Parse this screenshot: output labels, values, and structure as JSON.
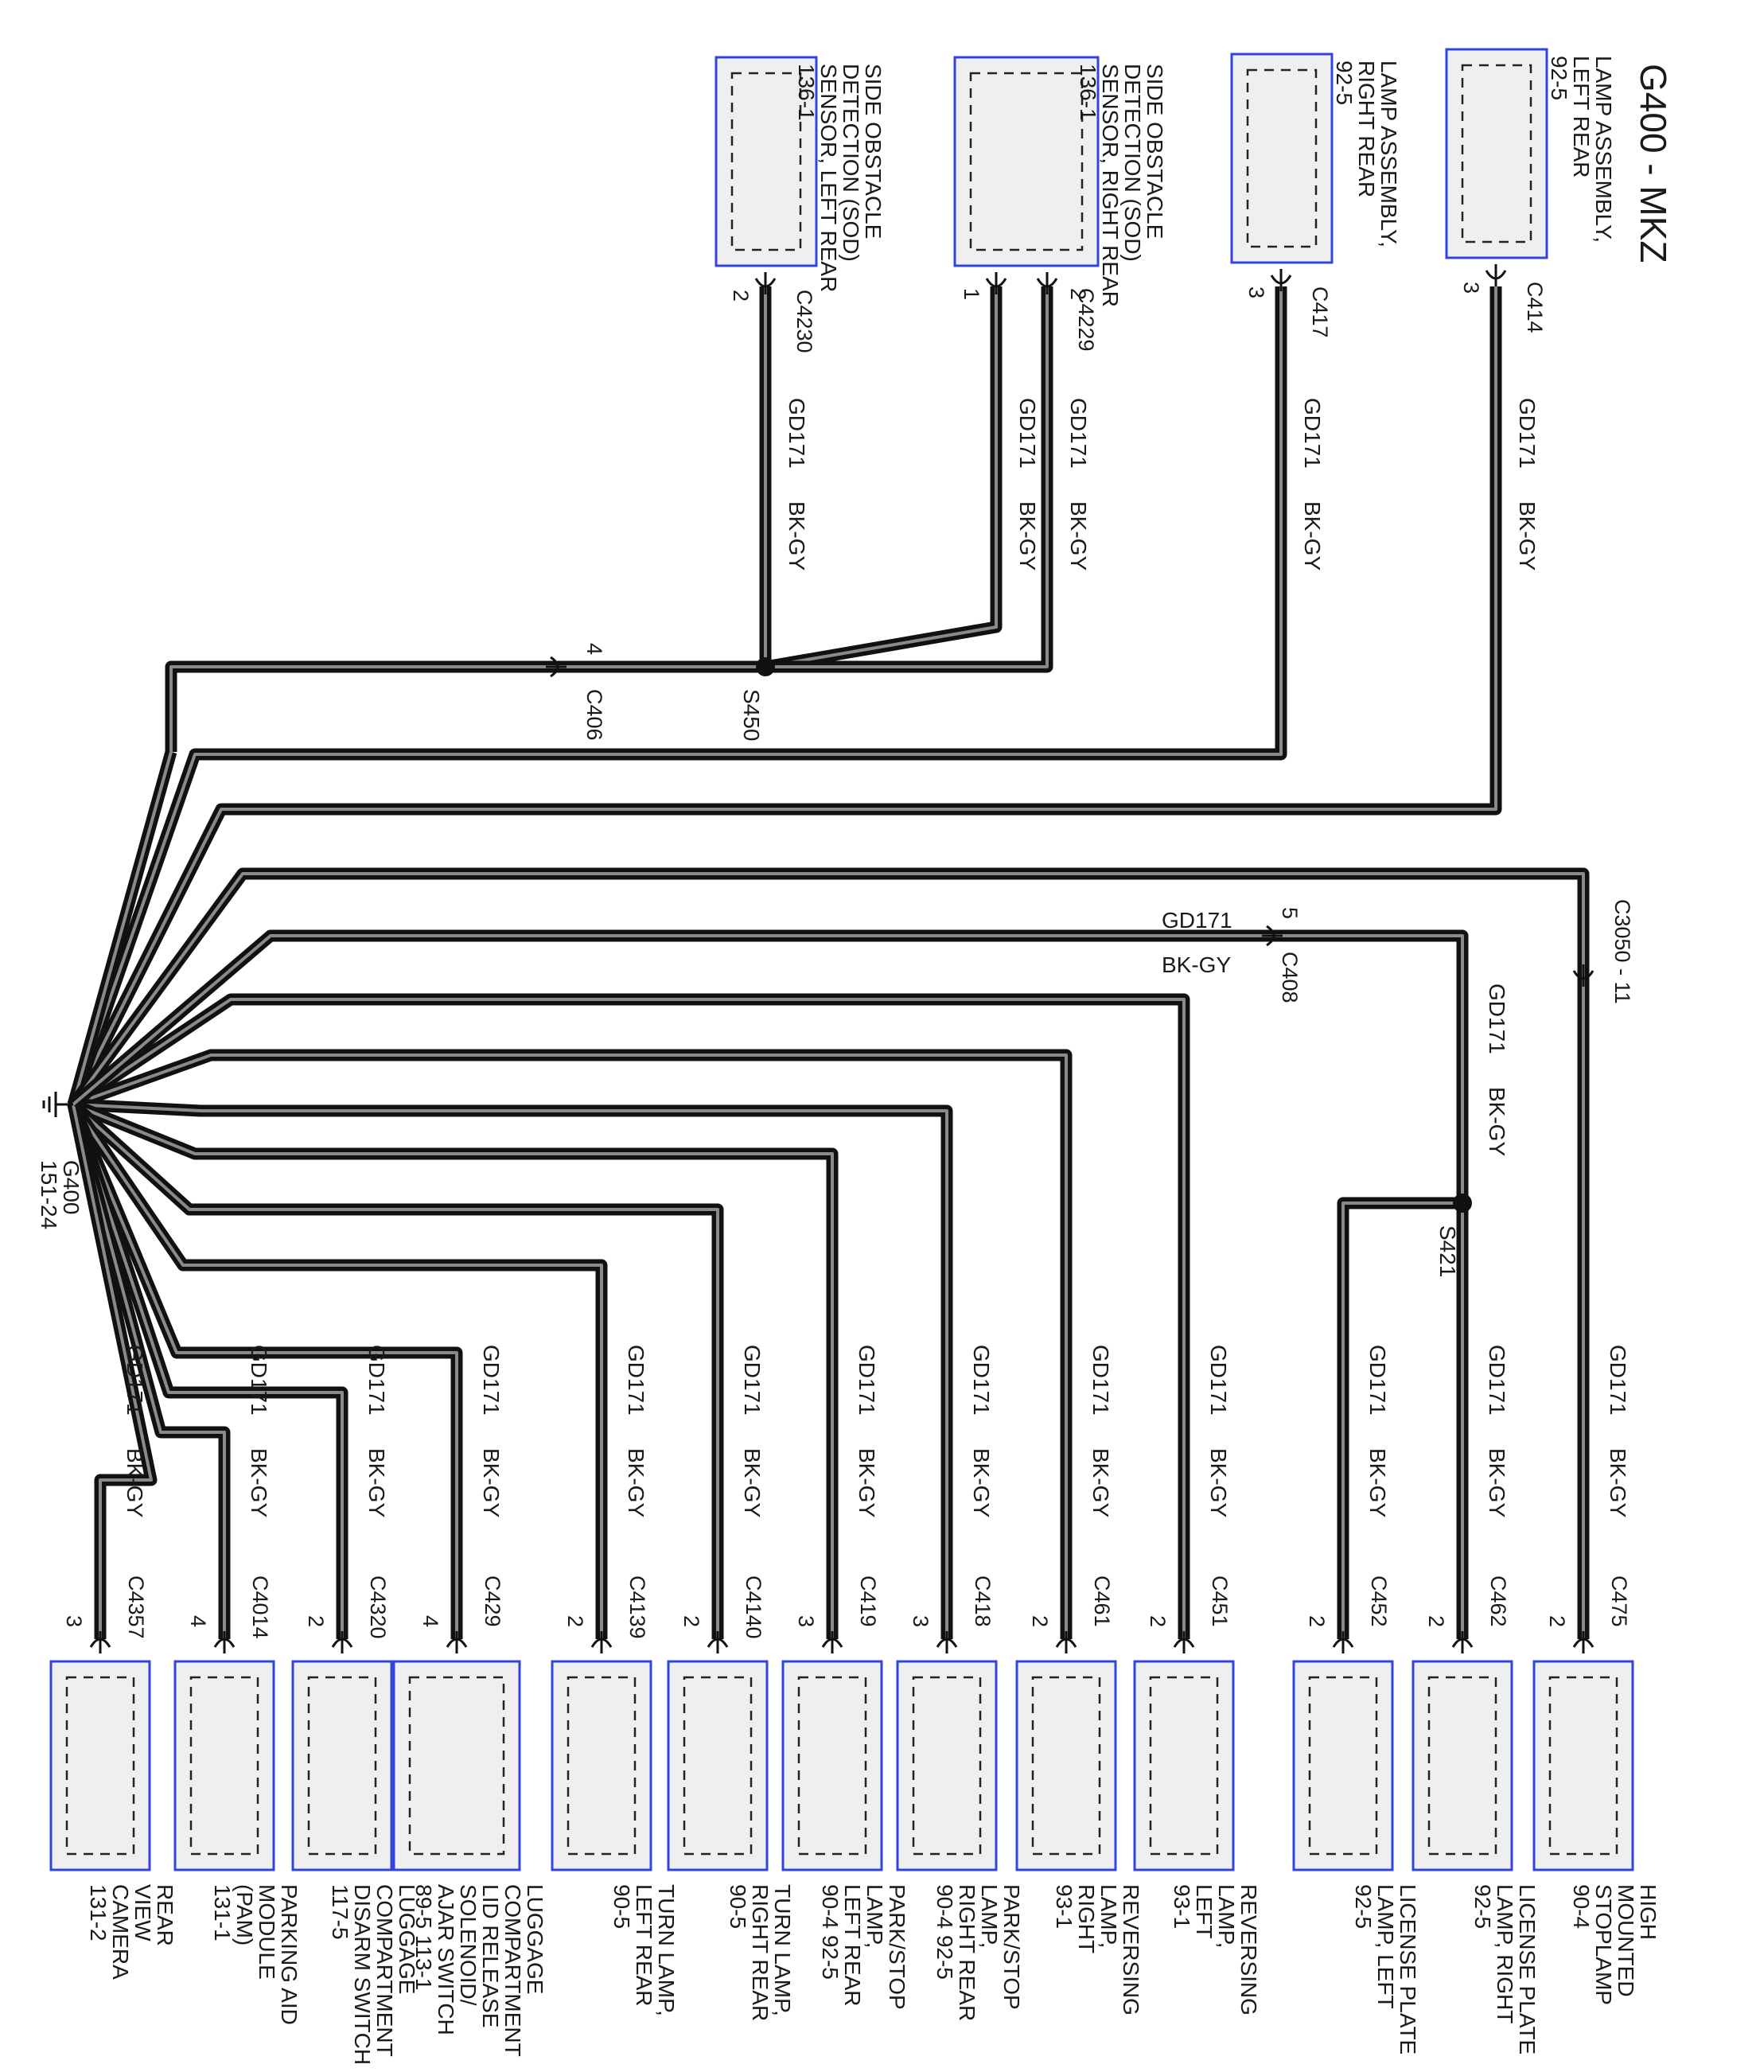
{
  "title": "G400 - MKZ",
  "ground": {
    "id": "G400",
    "ref": "151-24"
  },
  "wire": {
    "circuit": "GD171",
    "color": "BK-GY"
  },
  "top_components": [
    {
      "key": "lamp_left_rear",
      "name_lines": [
        "LAMP ASSEMBLY,",
        "LEFT REAR",
        "92-5"
      ],
      "connector": "C414",
      "pin": "3"
    },
    {
      "key": "lamp_right_rear",
      "name_lines": [
        "LAMP ASSEMBLY,",
        "RIGHT REAR",
        "92-5"
      ],
      "connector": "C417",
      "pin": "3"
    },
    {
      "key": "sod_right_rear",
      "name_lines": [
        "SIDE OBSTACLE",
        "DETECTION (SOD)",
        "SENSOR, RIGHT REAR",
        "136-1"
      ],
      "connector": "C4229",
      "pins": [
        "1",
        "2"
      ]
    },
    {
      "key": "sod_left_rear",
      "name_lines": [
        "SIDE OBSTACLE",
        "DETECTION (SOD)",
        "SENSOR, LEFT REAR",
        "136-1"
      ],
      "connector": "C4230",
      "pin": "2"
    }
  ],
  "bottom_components": [
    {
      "key": "hmsl",
      "name_lines": [
        "HIGH",
        "MOUNTED",
        "STOPLAMP",
        "90-4"
      ],
      "connector": "C475",
      "pin": "2"
    },
    {
      "key": "lic_r",
      "name_lines": [
        "LICENSE PLATE",
        "LAMP, RIGHT",
        "92-5"
      ],
      "connector": "C462",
      "pin": "2"
    },
    {
      "key": "lic_l",
      "name_lines": [
        "LICENSE PLATE",
        "LAMP, LEFT",
        "92-5"
      ],
      "connector": "C452",
      "pin": "2"
    },
    {
      "key": "rev_l",
      "name_lines": [
        "REVERSING",
        "LAMP,",
        "LEFT",
        "93-1"
      ],
      "connector": "C451",
      "pin": "2"
    },
    {
      "key": "rev_r",
      "name_lines": [
        "REVERSING",
        "LAMP,",
        "RIGHT",
        "93-1"
      ],
      "connector": "C461",
      "pin": "2"
    },
    {
      "key": "ps_r",
      "name_lines": [
        "PARK/STOP",
        "LAMP,",
        "RIGHT REAR",
        "90-4  92-5"
      ],
      "connector": "C418",
      "pin": "3"
    },
    {
      "key": "ps_l",
      "name_lines": [
        "PARK/STOP",
        "LAMP,",
        "LEFT REAR",
        "90-4  92-5"
      ],
      "connector": "C419",
      "pin": "3"
    },
    {
      "key": "turn_r",
      "name_lines": [
        "TURN LAMP,",
        "RIGHT REAR",
        "90-5"
      ],
      "connector": "C4140",
      "pin": "2"
    },
    {
      "key": "turn_l",
      "name_lines": [
        "TURN LAMP,",
        "LEFT REAR",
        "90-5"
      ],
      "connector": "C4139",
      "pin": "2"
    },
    {
      "key": "lug_sol",
      "name_lines": [
        "LUGGAGE",
        "COMPARTMENT",
        "LID RELEASE",
        "SOLENOID/",
        "AJAR SWITCH",
        "89-5   113-1"
      ],
      "connector": "C429",
      "pin": "4"
    },
    {
      "key": "lug_sw",
      "name_lines": [
        "LUGGAGE",
        "COMPARTMENT",
        "DISARM SWITCH",
        "117-5"
      ],
      "connector": "C4320",
      "pin": "2"
    },
    {
      "key": "pam",
      "name_lines": [
        "PARKING AID",
        "MODULE",
        "(PAM)",
        "131-1"
      ],
      "connector": "C4014",
      "pin": "4"
    },
    {
      "key": "rvc",
      "name_lines": [
        "REAR",
        "VIEW",
        "CAMERA",
        "131-2"
      ],
      "connector": "C4357",
      "pin": "3"
    }
  ],
  "inline_connectors": [
    {
      "key": "c406",
      "connector": "C406",
      "pin": "4"
    },
    {
      "key": "c408",
      "connector": "C408",
      "pin": "5"
    },
    {
      "key": "c3050",
      "connector": "C3050 - 11"
    }
  ],
  "splices": [
    {
      "key": "s450",
      "id": "S450"
    },
    {
      "key": "s421",
      "id": "S421"
    }
  ]
}
